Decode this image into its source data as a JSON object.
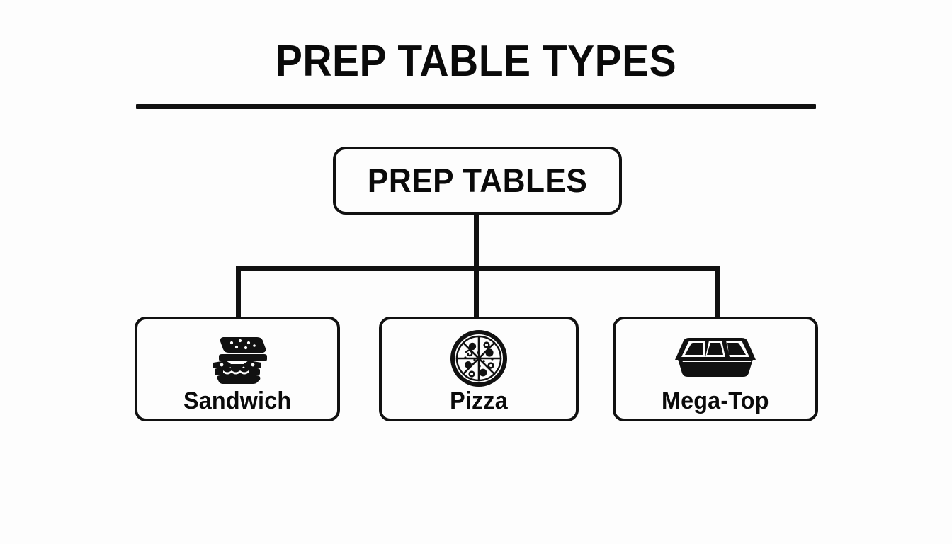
{
  "page": {
    "title": "PREP TABLE TYPES",
    "background_color": "#fdfdfd",
    "ink_color": "#111111"
  },
  "diagram": {
    "type": "tree",
    "orientation": "top-down",
    "root": {
      "label": "PREP TABLES",
      "name": "prep-tables"
    },
    "children": [
      {
        "label": "Sandwich",
        "name": "sandwich",
        "icon": "sandwich-icon"
      },
      {
        "label": "Pizza",
        "name": "pizza",
        "icon": "pizza-icon"
      },
      {
        "label": "Mega-Top",
        "name": "mega-top",
        "icon": "pan-tray-icon"
      }
    ]
  }
}
